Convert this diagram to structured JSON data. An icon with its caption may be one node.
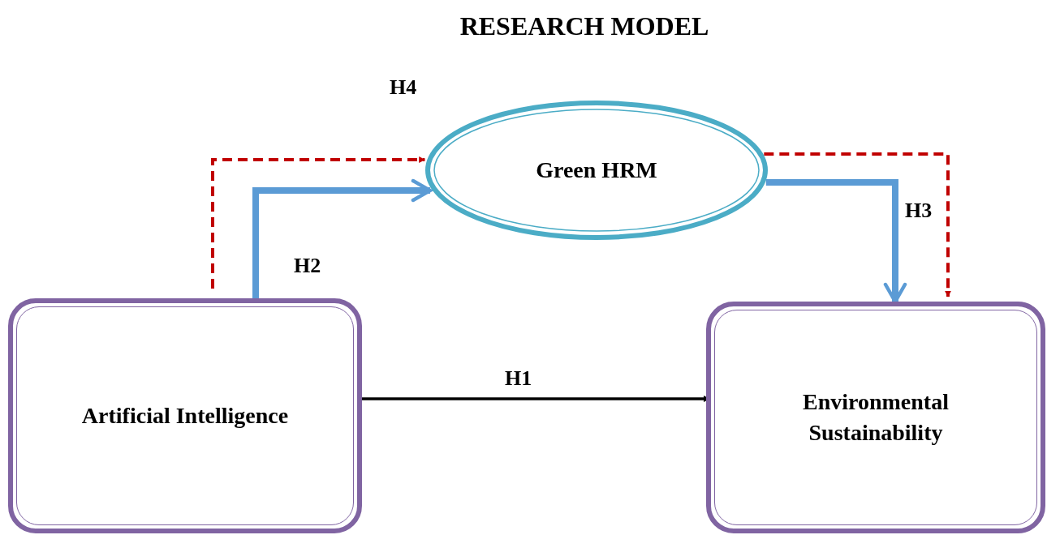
{
  "diagram": {
    "title": "RESEARCH MODEL",
    "nodes": [
      {
        "text": [
          "Artificial Intelligence"
        ]
      },
      {
        "text": [
          "Green HRM"
        ]
      },
      {
        "text": [
          "Environmental Sustainability"
        ]
      }
    ],
    "edges": [
      {
        "from": 0,
        "to": 1,
        "arrow": "to",
        "label": "H2",
        "style": "thick",
        "color": "#5b9bd5"
      },
      {
        "from": 0,
        "to": 1,
        "arrow": "to",
        "label": "H4",
        "style": "dashed",
        "color": "#c00000"
      },
      {
        "from": 1,
        "to": 2,
        "arrow": "to",
        "label": "H3",
        "style": "thick",
        "color": "#5b9bd5"
      },
      {
        "from": 1,
        "to": 2,
        "arrow": "to",
        "style": "dashed",
        "color": "#c00000"
      },
      {
        "from": 0,
        "to": 2,
        "arrow": "to",
        "label": "H1",
        "color": "#000000"
      }
    ]
  }
}
